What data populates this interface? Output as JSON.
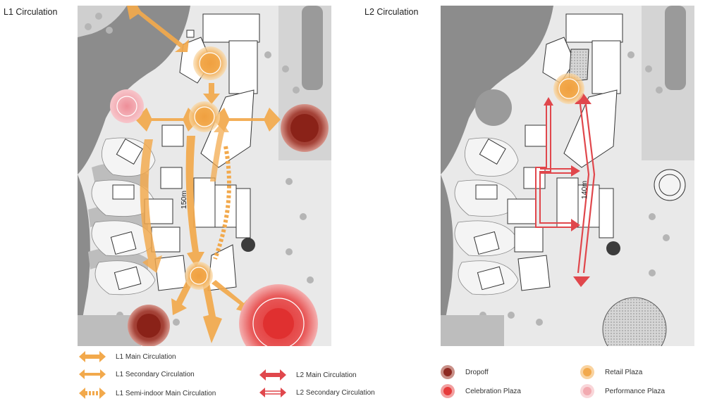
{
  "panels": {
    "left_title": "L1 Circulation",
    "right_title": "L2 Circulation",
    "left_dimension": "150m",
    "right_dimension": "140m"
  },
  "legend": {
    "l1_main": "L1 Main Circulation",
    "l1_secondary": "L1 Secondary Circulation",
    "l1_semi_indoor": "L1 Semi-indoor Main Circulation",
    "l2_main": "L2 Main Circulation",
    "l2_secondary": "L2 Secondary Circulation",
    "dropoff": "Dropoff",
    "celebration_plaza": "Celebration Plaza",
    "retail_plaza": "Retail Plaza",
    "performance_plaza": "Performance Plaza"
  },
  "colors": {
    "l1_arrow": "#f2a94c",
    "l2_arrow": "#e0474c",
    "dropoff": "#8e2a22",
    "celebration": "#e63b3b",
    "retail": "#f2a94c",
    "performance": "#f2aab0",
    "water": "#8a8a8a",
    "ground": "#e9e9e9"
  }
}
